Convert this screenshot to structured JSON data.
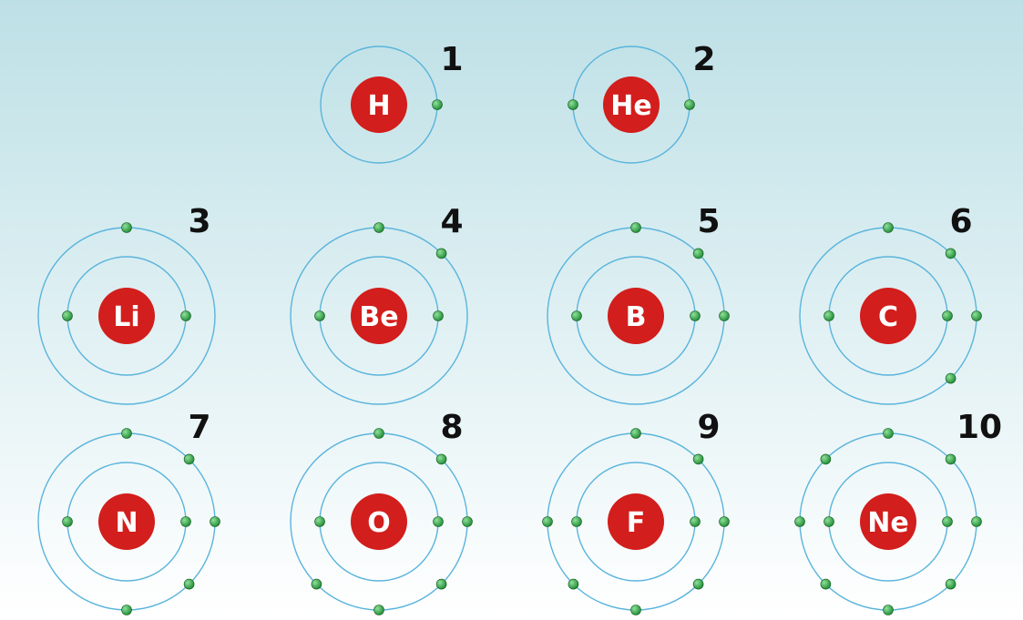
{
  "colors": {
    "background_top": "#bde0e6",
    "background_bottom": "#ffffff",
    "orbit": "#5ab4dc",
    "nucleus": "#d21e1c",
    "nucleus_text": "#ffffff",
    "electron": "#1f8a33",
    "number_text": "#111111"
  },
  "atoms": [
    {
      "symbol": "H",
      "number": "1",
      "shells": [
        1
      ]
    },
    {
      "symbol": "He",
      "number": "2",
      "shells": [
        2
      ]
    },
    {
      "symbol": "Li",
      "number": "3",
      "shells": [
        2,
        1
      ]
    },
    {
      "symbol": "Be",
      "number": "4",
      "shells": [
        2,
        2
      ]
    },
    {
      "symbol": "B",
      "number": "5",
      "shells": [
        2,
        3
      ]
    },
    {
      "symbol": "C",
      "number": "6",
      "shells": [
        2,
        4
      ]
    },
    {
      "symbol": "N",
      "number": "7",
      "shells": [
        2,
        5
      ]
    },
    {
      "symbol": "O",
      "number": "8",
      "shells": [
        2,
        6
      ]
    },
    {
      "symbol": "F",
      "number": "9",
      "shells": [
        2,
        7
      ]
    },
    {
      "symbol": "Ne",
      "number": "10",
      "shells": [
        2,
        8
      ]
    }
  ]
}
